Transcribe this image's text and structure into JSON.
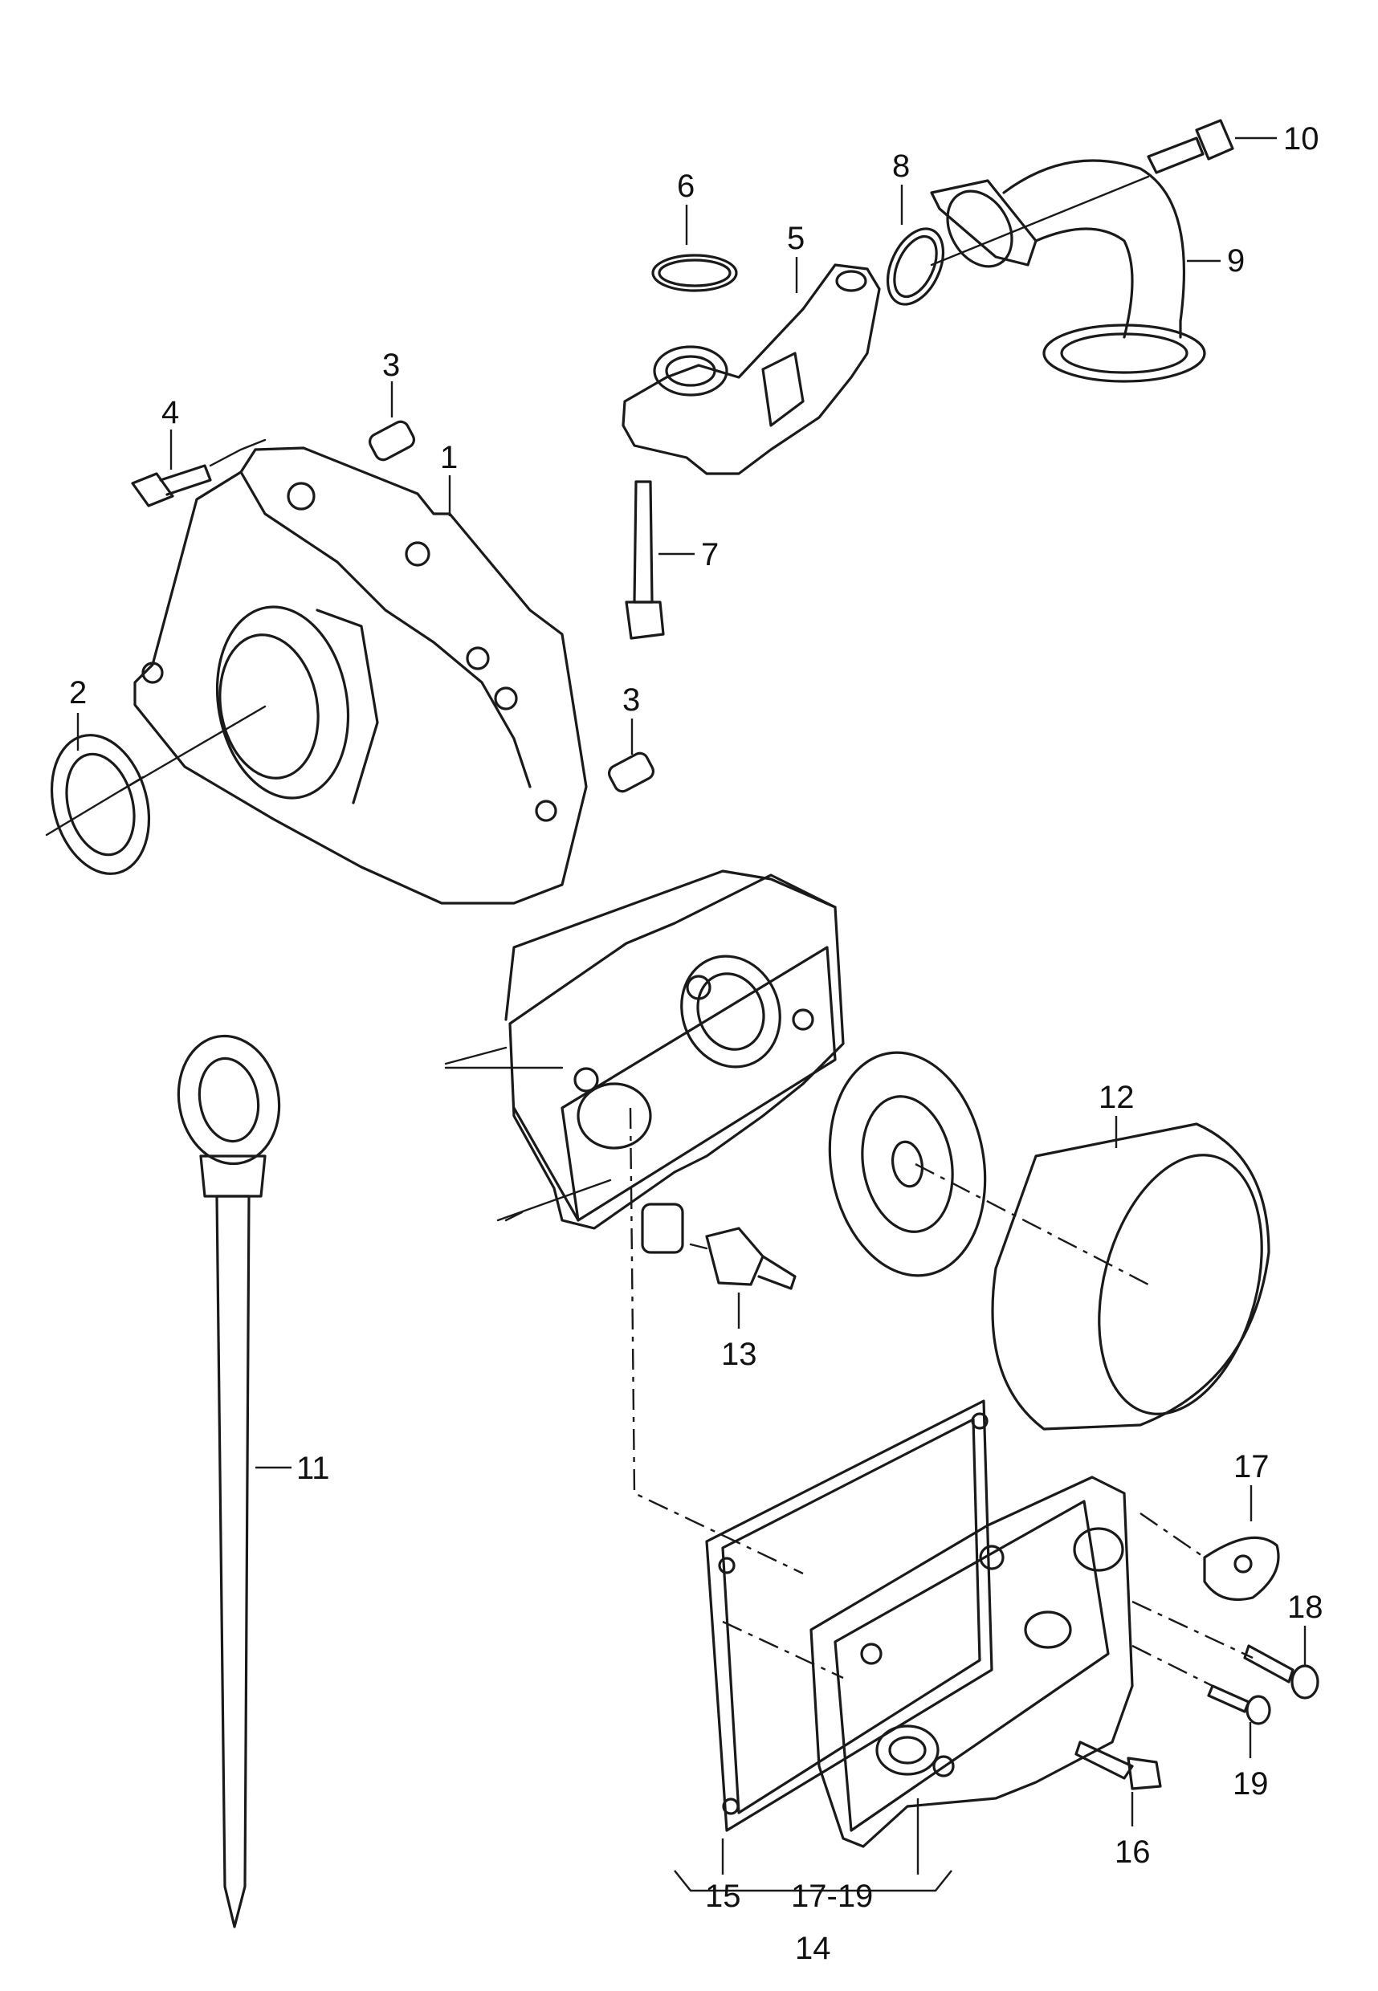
{
  "callouts": {
    "c1": "1",
    "c2": "2",
    "c3a": "3",
    "c3b": "3",
    "c4": "4",
    "c5": "5",
    "c6": "6",
    "c7": "7",
    "c8": "8",
    "c9": "9",
    "c10": "10",
    "c11": "11",
    "c12": "12",
    "c13": "13",
    "c14": "14",
    "c15": "15",
    "c16": "16",
    "c17": "17",
    "c17_19": "17-19",
    "c18": "18",
    "c19": "19"
  }
}
